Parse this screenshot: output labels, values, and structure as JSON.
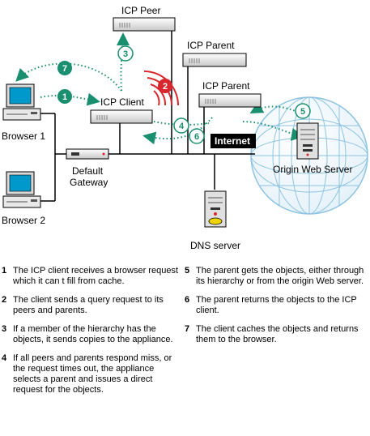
{
  "labels": {
    "icp_peer": "ICP Peer",
    "icp_parent_1": "ICP Parent",
    "icp_parent_2": "ICP Parent",
    "icp_client": "ICP Client",
    "browser_1": "Browser 1",
    "browser_2": "Browser 2",
    "default_gateway_line1": "Default",
    "default_gateway_line2": "Gateway",
    "internet": "Internet",
    "origin_web_server": "Origin Web Server",
    "dns_server": "DNS server"
  },
  "markers": [
    "1",
    "2",
    "3",
    "4",
    "5",
    "6",
    "7"
  ],
  "colors": {
    "teal": "#1a8f6f",
    "red": "#d9262c",
    "globe_line": "#8ec4e2",
    "screen_blue": "#0099cc"
  },
  "steps": [
    {
      "num": "1",
      "text": "The ICP client receives a browser request which it can t fill from cache."
    },
    {
      "num": "2",
      "text": "The client sends a query request to its peers and parents."
    },
    {
      "num": "3",
      "text": "If a member of the hierarchy has the objects, it sends copies to the appliance."
    },
    {
      "num": "4",
      "text": "If all peers and parents respond miss, or the request times out, the appliance selects a parent and issues a direct request for the objects."
    },
    {
      "num": "5",
      "text": "The parent gets the objects, either through its hierarchy or from the origin Web server."
    },
    {
      "num": "6",
      "text": "The parent returns the objects to the ICP client."
    },
    {
      "num": "7",
      "text": "The client caches the objects and returns them to the browser."
    }
  ]
}
